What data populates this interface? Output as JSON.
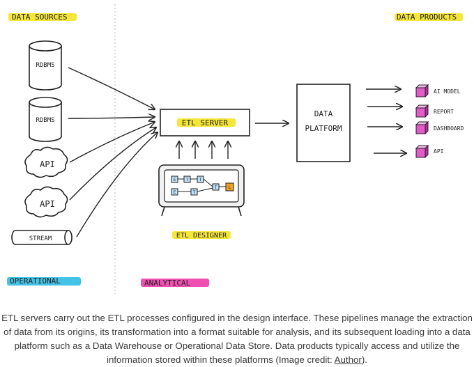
{
  "diagram": {
    "headings": {
      "sources": "DATA SOURCES",
      "products": "DATA PRODUCTS",
      "operational": "OPERATIONAL",
      "analytical": "ANALYTICAL"
    },
    "sources": [
      "RDBMS",
      "RDBMS",
      "API",
      "API",
      "STREAM"
    ],
    "etl_server": "ETL SERVER",
    "etl_designer": "ETL DESIGNER",
    "designer_nodes": [
      "E",
      "T",
      "T",
      "T",
      "L",
      "E",
      "T"
    ],
    "platform": [
      "DATA",
      "PLATFORM"
    ],
    "products": [
      "AI MODEL",
      "REPORT",
      "DASHBOARD",
      "API"
    ],
    "colors": {
      "highlight_yellow": "#f5e63a",
      "highlight_cyan": "#44c3e6",
      "highlight_pink": "#ef4fb0",
      "product_cube": "#e05cc9",
      "node_orange": "#f2a024",
      "node_blue": "#bfe0f7"
    }
  },
  "caption": {
    "text": "ETL servers carry out the ETL processes configured in the design interface. These pipelines manage the extraction of data from its origins, its transformation into a format suitable for analysis, and its subsequent loading into a data platform such as a Data Warehouse or Operational Data Store. Data products typically access and utilize the information stored within these platforms (Image credit: ",
    "link": "Author",
    "end": ")."
  }
}
